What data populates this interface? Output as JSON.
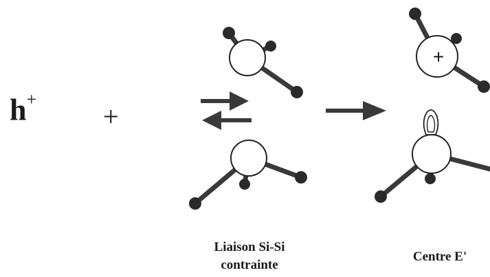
{
  "reaction": {
    "reactant_hole": "h",
    "hole_charge": "+",
    "plus_operator": "+",
    "charge_symbol": "+"
  },
  "labels": {
    "strained_bond_line1": "Liaison Si-Si",
    "strained_bond_line2": "contrainte",
    "product": "Centre E'"
  },
  "colors": {
    "bond": "#3a3a3a",
    "atom_outline": "#222222",
    "atom_fill": "#ffffff",
    "text": "#1a1a1a"
  }
}
